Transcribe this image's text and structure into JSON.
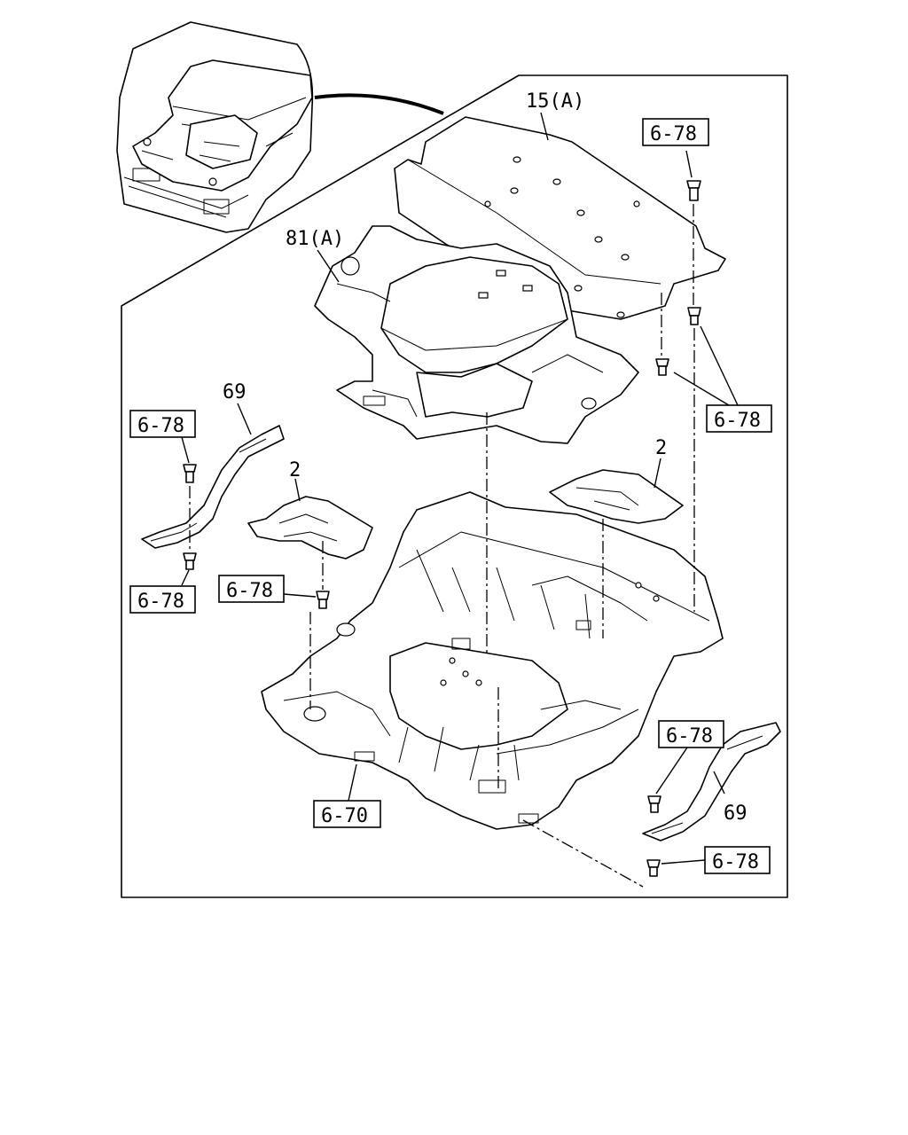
{
  "labels": {
    "part_15a": "15(A)",
    "part_81a": "81(A)",
    "part_69_left": "69",
    "part_69_right": "69",
    "part_2_left": "2",
    "part_2_right": "2",
    "ref_top": "6-78",
    "ref_right_clips": "6-78",
    "ref_left_upper": "6-78",
    "ref_left_lower": "6-78",
    "ref_center": "6-78",
    "ref_right_upper": "6-78",
    "ref_right_lower": "6-78",
    "ref_floor": "6-70"
  }
}
